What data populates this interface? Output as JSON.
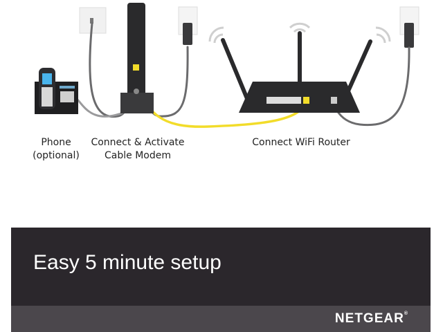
{
  "diagram": {
    "labels": {
      "phone_line1": "Phone",
      "phone_line2": "(optional)",
      "modem_line1": "Connect & Activate",
      "modem_line2": "Cable Modem",
      "router": "Connect WiFi Router"
    },
    "colors": {
      "ethernet_cable": "#f2dc2a",
      "cable": "#6b6b6d",
      "device": "#2a2a2c"
    }
  },
  "banner": {
    "title": "Easy 5 minute setup",
    "brand": "NETGEAR",
    "brand_mark": "®",
    "colors": {
      "top": "#2b272c",
      "bottom": "#4b474c"
    }
  }
}
